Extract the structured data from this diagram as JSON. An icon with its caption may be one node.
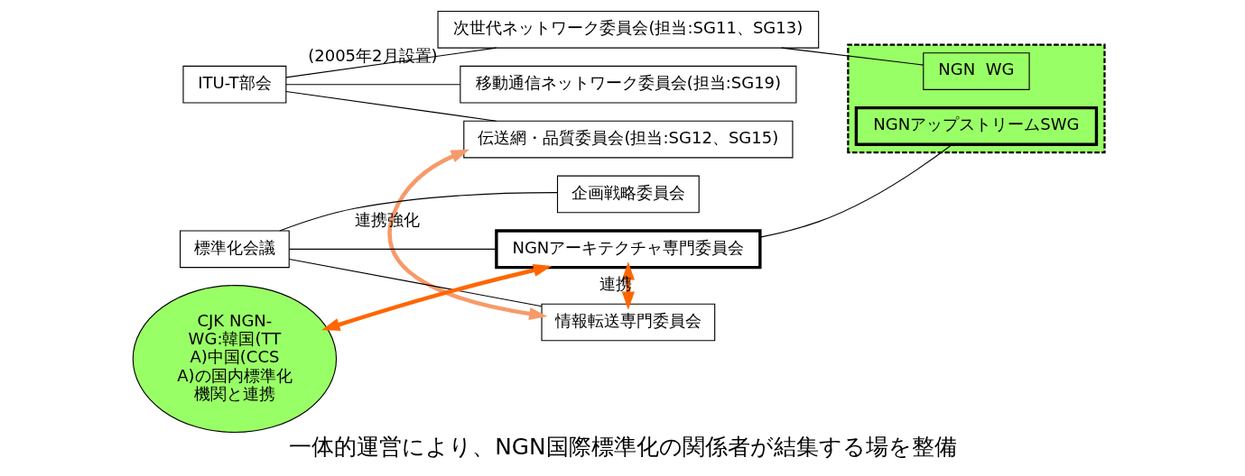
{
  "diagram": {
    "caption": "一体的運営により、NGN国際標準化の関係者が結集する場を整備",
    "nodes": [
      {
        "text": [
          "ITU-T部会"
        ]
      },
      {
        "text": [
          "標準化会議"
        ]
      },
      {
        "text": [
          "企画戦略委員会"
        ]
      },
      {
        "text": [
          "次世代ネットワーク委員会(担当:SG11、SG13)"
        ],
        "beside": [
          "(2005年2月設置)"
        ]
      },
      {
        "text": [
          "NGNアーキテクチャ専門委員会"
        ]
      },
      {
        "text": [],
        "shape": "box"
      },
      {
        "text": [
          "NGN  WG"
        ],
        "in": 5
      },
      {
        "text": [
          "NGNアップストリームSWG"
        ],
        "in": 5
      },
      {
        "text": [
          "CJK NGN-WG:韓国(TTA)中国(CCSA)の国内標準化機関と連携"
        ]
      },
      {
        "text": [
          "移動通信ネットワーク委員会(担当:SG19)"
        ]
      },
      {
        "text": [
          "伝送網・品質委員会(担当:SG12、SG15)"
        ]
      },
      {
        "text": [
          "情報転送専門委員会"
        ]
      }
    ],
    "edges": [
      {
        "from": 0,
        "to": 3,
        "arrow": "none"
      },
      {
        "from": 0,
        "to": 9,
        "arrow": "none"
      },
      {
        "from": 0,
        "to": 10,
        "arrow": "none"
      },
      {
        "from": 3,
        "to": 6,
        "arrow": "none"
      },
      {
        "from": 1,
        "to": 2,
        "arrow": "none"
      },
      {
        "from": 1,
        "to": 4,
        "arrow": "none"
      },
      {
        "from": 1,
        "to": 11,
        "arrow": "none"
      },
      {
        "from": 4,
        "to": 7,
        "arrow": "none"
      },
      {
        "from": 4,
        "to": 8,
        "arrow": "both",
        "style": "thick",
        "color": "#ff6600"
      },
      {
        "from": 4,
        "to": 11,
        "arrow": "both",
        "label": "連携",
        "style": "thick",
        "color": "#ff6600"
      },
      {
        "from": 10,
        "to": 11,
        "arrow": "both",
        "label": "連携強化",
        "style": "thick",
        "color": "#f79a6a"
      }
    ]
  }
}
